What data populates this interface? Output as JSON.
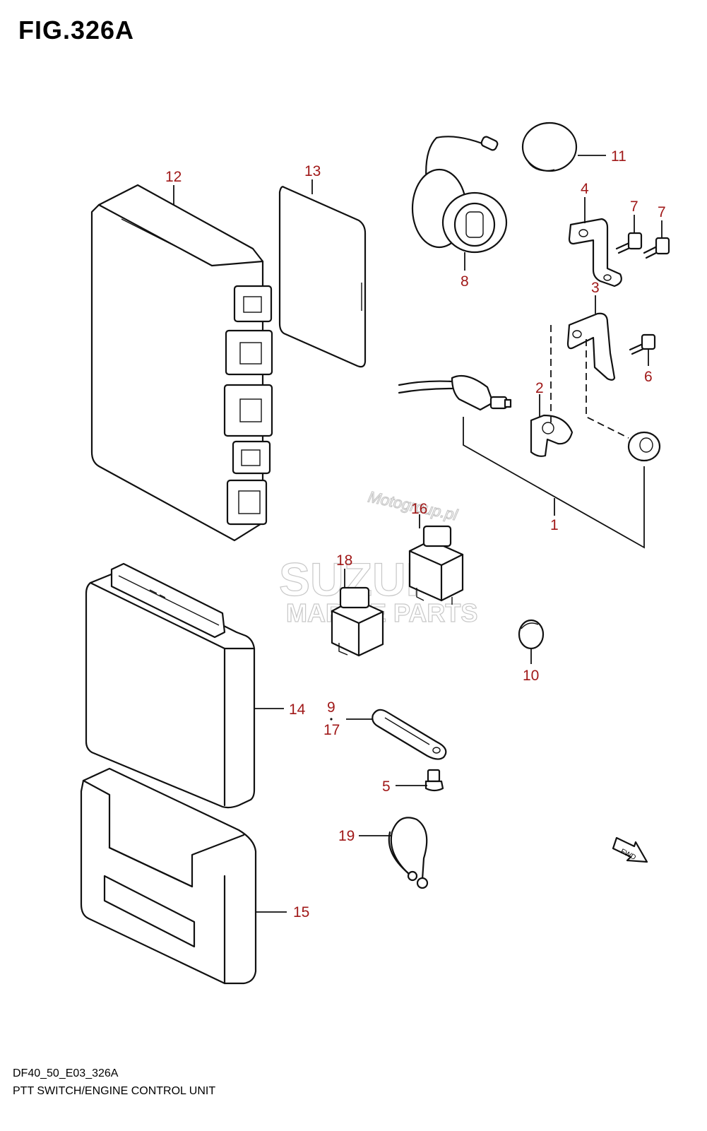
{
  "figure": {
    "title": "FIG.326A",
    "code": "DF40_50_E03_326A",
    "name": "PTT SWITCH/ENGINE CONTROL UNIT"
  },
  "callouts": {
    "c1": "1",
    "c2": "2",
    "c3": "3",
    "c4": "4",
    "c5": "5",
    "c6": "6",
    "c7a": "7",
    "c7b": "7",
    "c8": "8",
    "c9": "9",
    "c10": "10",
    "c11": "11",
    "c12": "12",
    "c13": "13",
    "c14": "14",
    "c15": "15",
    "c16": "16",
    "c17": "17",
    "c18": "18",
    "c19": "19"
  },
  "fwd_label": "FWD",
  "watermarks": {
    "moto": "Motogroup.pl",
    "brand": "SUZUKI",
    "sub": "MARINE PARTS"
  },
  "colors": {
    "callout": "#a01818",
    "line": "#111111"
  }
}
